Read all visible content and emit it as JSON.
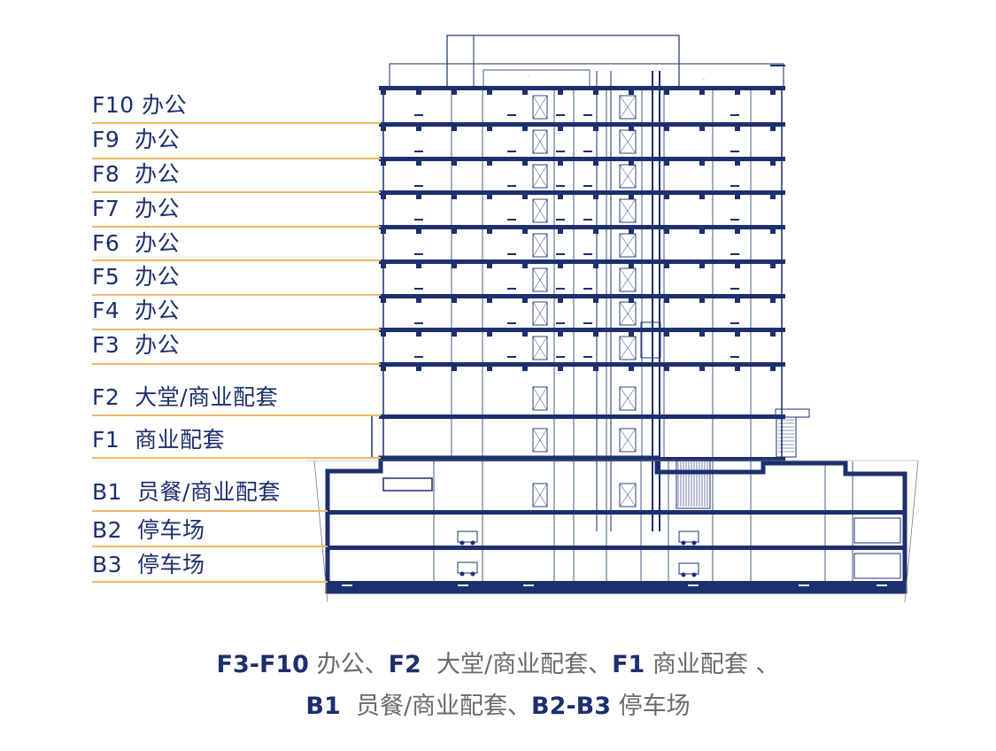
{
  "colors": {
    "structure": "#1c2f6e",
    "leader_line": "#f0b869",
    "label_text": "#1c2f6e",
    "caption_emphasis": "#1c2f6e",
    "caption_text": "#6a6a6a"
  },
  "floors": [
    {
      "id": "F10",
      "label": "F10 办公"
    },
    {
      "id": "F9",
      "label": "F9  办公"
    },
    {
      "id": "F8",
      "label": "F8  办公"
    },
    {
      "id": "F7",
      "label": "F7  办公"
    },
    {
      "id": "F6",
      "label": "F6  办公"
    },
    {
      "id": "F5",
      "label": "F5  办公"
    },
    {
      "id": "F4",
      "label": "F4  办公"
    },
    {
      "id": "F3",
      "label": "F3  办公"
    },
    {
      "id": "F2",
      "label": "F2  大堂/商业配套"
    },
    {
      "id": "F1",
      "label": "F1  商业配套"
    },
    {
      "id": "B1",
      "label": "B1  员餐/商业配套"
    },
    {
      "id": "B2",
      "label": "B2  停车场"
    },
    {
      "id": "B3",
      "label": "B3  停车场"
    }
  ],
  "caption": {
    "line1": [
      {
        "text": "F3-F10",
        "emphasis": true
      },
      {
        "text": " 办公、",
        "emphasis": false
      },
      {
        "text": "F2",
        "emphasis": true
      },
      {
        "text": "  大堂/商业配套、",
        "emphasis": false
      },
      {
        "text": "F1",
        "emphasis": true
      },
      {
        "text": " 商业配套 、",
        "emphasis": false
      }
    ],
    "line2": [
      {
        "text": "B1",
        "emphasis": true
      },
      {
        "text": "  员餐/商业配套、",
        "emphasis": false
      },
      {
        "text": "B2-B3",
        "emphasis": true
      },
      {
        "text": " 停车场",
        "emphasis": false
      }
    ]
  }
}
